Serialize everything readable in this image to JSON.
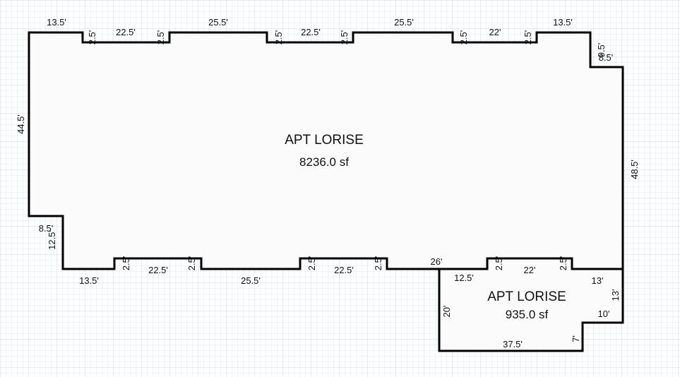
{
  "rooms": [
    {
      "name": "APT LORISE",
      "area": "8236.0 sf"
    },
    {
      "name": "APT LORISE",
      "area": "935.0 sf"
    }
  ],
  "dimensions": {
    "top_13_5_a": "13.5'",
    "top_2_5_a": "2.5'",
    "top_22_5_a": "22.5'",
    "top_2_5_b": "2.5'",
    "top_25_5_a": "25.5'",
    "top_2_5_c": "2.5'",
    "top_22_5_b": "22.5'",
    "top_2_5_d": "2.5'",
    "top_25_5_b": "25.5'",
    "top_2_5_e": "2.5'",
    "top_22": "22'",
    "top_2_5_f": "2.5'",
    "top_13_5_b": "13.5'",
    "right_notch_8_5": "8.5'",
    "right_notch_9_5": "9.5'",
    "right_48_5": "48.5'",
    "left_44_5": "44.5'",
    "left_notch_8_5": "8.5'",
    "left_notch_12_5": "12.5'",
    "bottom_13_5": "13.5'",
    "bottom_2_5_a": "2.5'",
    "bottom_22_5_a": "22.5'",
    "bottom_2_5_b": "2.5'",
    "bottom_25_5": "25.5'",
    "bottom_2_5_c": "2.5'",
    "bottom_22_5_b": "22.5'",
    "bottom_2_5_d": "2.5'",
    "bottom_26": "26'",
    "bottom_2_5_e": "2.5'",
    "bottom_22": "22'",
    "bottom_2_5_f": "2.5'",
    "small_12_5": "12.5'",
    "small_13_top": "13'",
    "small_13_side": "13'",
    "small_10": "10'",
    "small_7": "7'",
    "small_20": "20'",
    "small_37_5": "37.5'"
  },
  "colors": {
    "grid_minor": "#e3e8ef",
    "grid_major": "#cfd6e0",
    "wall": "#000000",
    "floor": "#fbfbfb"
  }
}
